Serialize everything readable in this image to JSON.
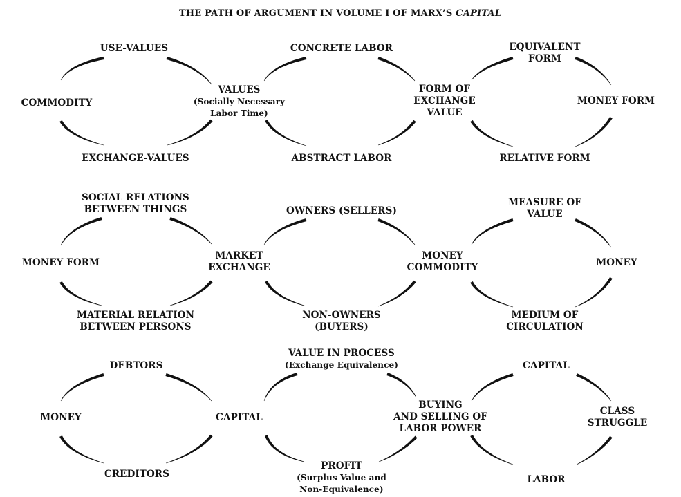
{
  "title": {
    "main": "THE PATH OF ARGUMENT IN VOLUME I OF MARX’S ",
    "italic": "CAPITAL"
  },
  "rows": [
    {
      "cycles": [
        {
          "left": [
            "COMMODITY"
          ],
          "top": [
            "USE-VALUES"
          ],
          "bottom": [
            "EXCHANGE-VALUES"
          ],
          "right": [
            "VALUES",
            "(Socially Necessary",
            "Labor Time)"
          ]
        },
        {
          "top": [
            "CONCRETE LABOR"
          ],
          "bottom": [
            "ABSTRACT LABOR"
          ],
          "right": [
            "FORM OF",
            "EXCHANGE",
            "VALUE"
          ]
        },
        {
          "top": [
            "EQUIVALENT",
            "FORM"
          ],
          "bottom": [
            "RELATIVE FORM"
          ],
          "right": [
            "MONEY FORM"
          ]
        }
      ]
    },
    {
      "cycles": [
        {
          "left": [
            "MONEY FORM"
          ],
          "top": [
            "SOCIAL RELATIONS",
            "BETWEEN THINGS"
          ],
          "bottom": [
            "MATERIAL RELATION",
            "BETWEEN PERSONS"
          ],
          "right": [
            "MARKET",
            "EXCHANGE"
          ]
        },
        {
          "top": [
            "OWNERS (SELLERS)"
          ],
          "bottom": [
            "NON-OWNERS",
            "(BUYERS)"
          ],
          "right": [
            "MONEY",
            "COMMODITY"
          ]
        },
        {
          "top": [
            "MEASURE OF",
            "VALUE"
          ],
          "bottom": [
            "MEDIUM OF",
            "CIRCULATION"
          ],
          "right": [
            "MONEY"
          ]
        }
      ]
    },
    {
      "cycles": [
        {
          "left": [
            "MONEY"
          ],
          "top": [
            "DEBTORS"
          ],
          "bottom": [
            "CREDITORS"
          ],
          "right": [
            "CAPITAL"
          ]
        },
        {
          "top": [
            "VALUE IN PROCESS",
            "(Exchange Equivalence)"
          ],
          "bottom": [
            "PROFIT",
            "(Surplus Value and",
            "Non-Equivalence)"
          ],
          "right": [
            "BUYING",
            "AND SELLING OF",
            "LABOR POWER"
          ]
        },
        {
          "top": [
            "CAPITAL"
          ],
          "bottom": [
            "LABOR"
          ],
          "right": [
            "CLASS",
            "STRUGGLE"
          ]
        }
      ]
    }
  ]
}
